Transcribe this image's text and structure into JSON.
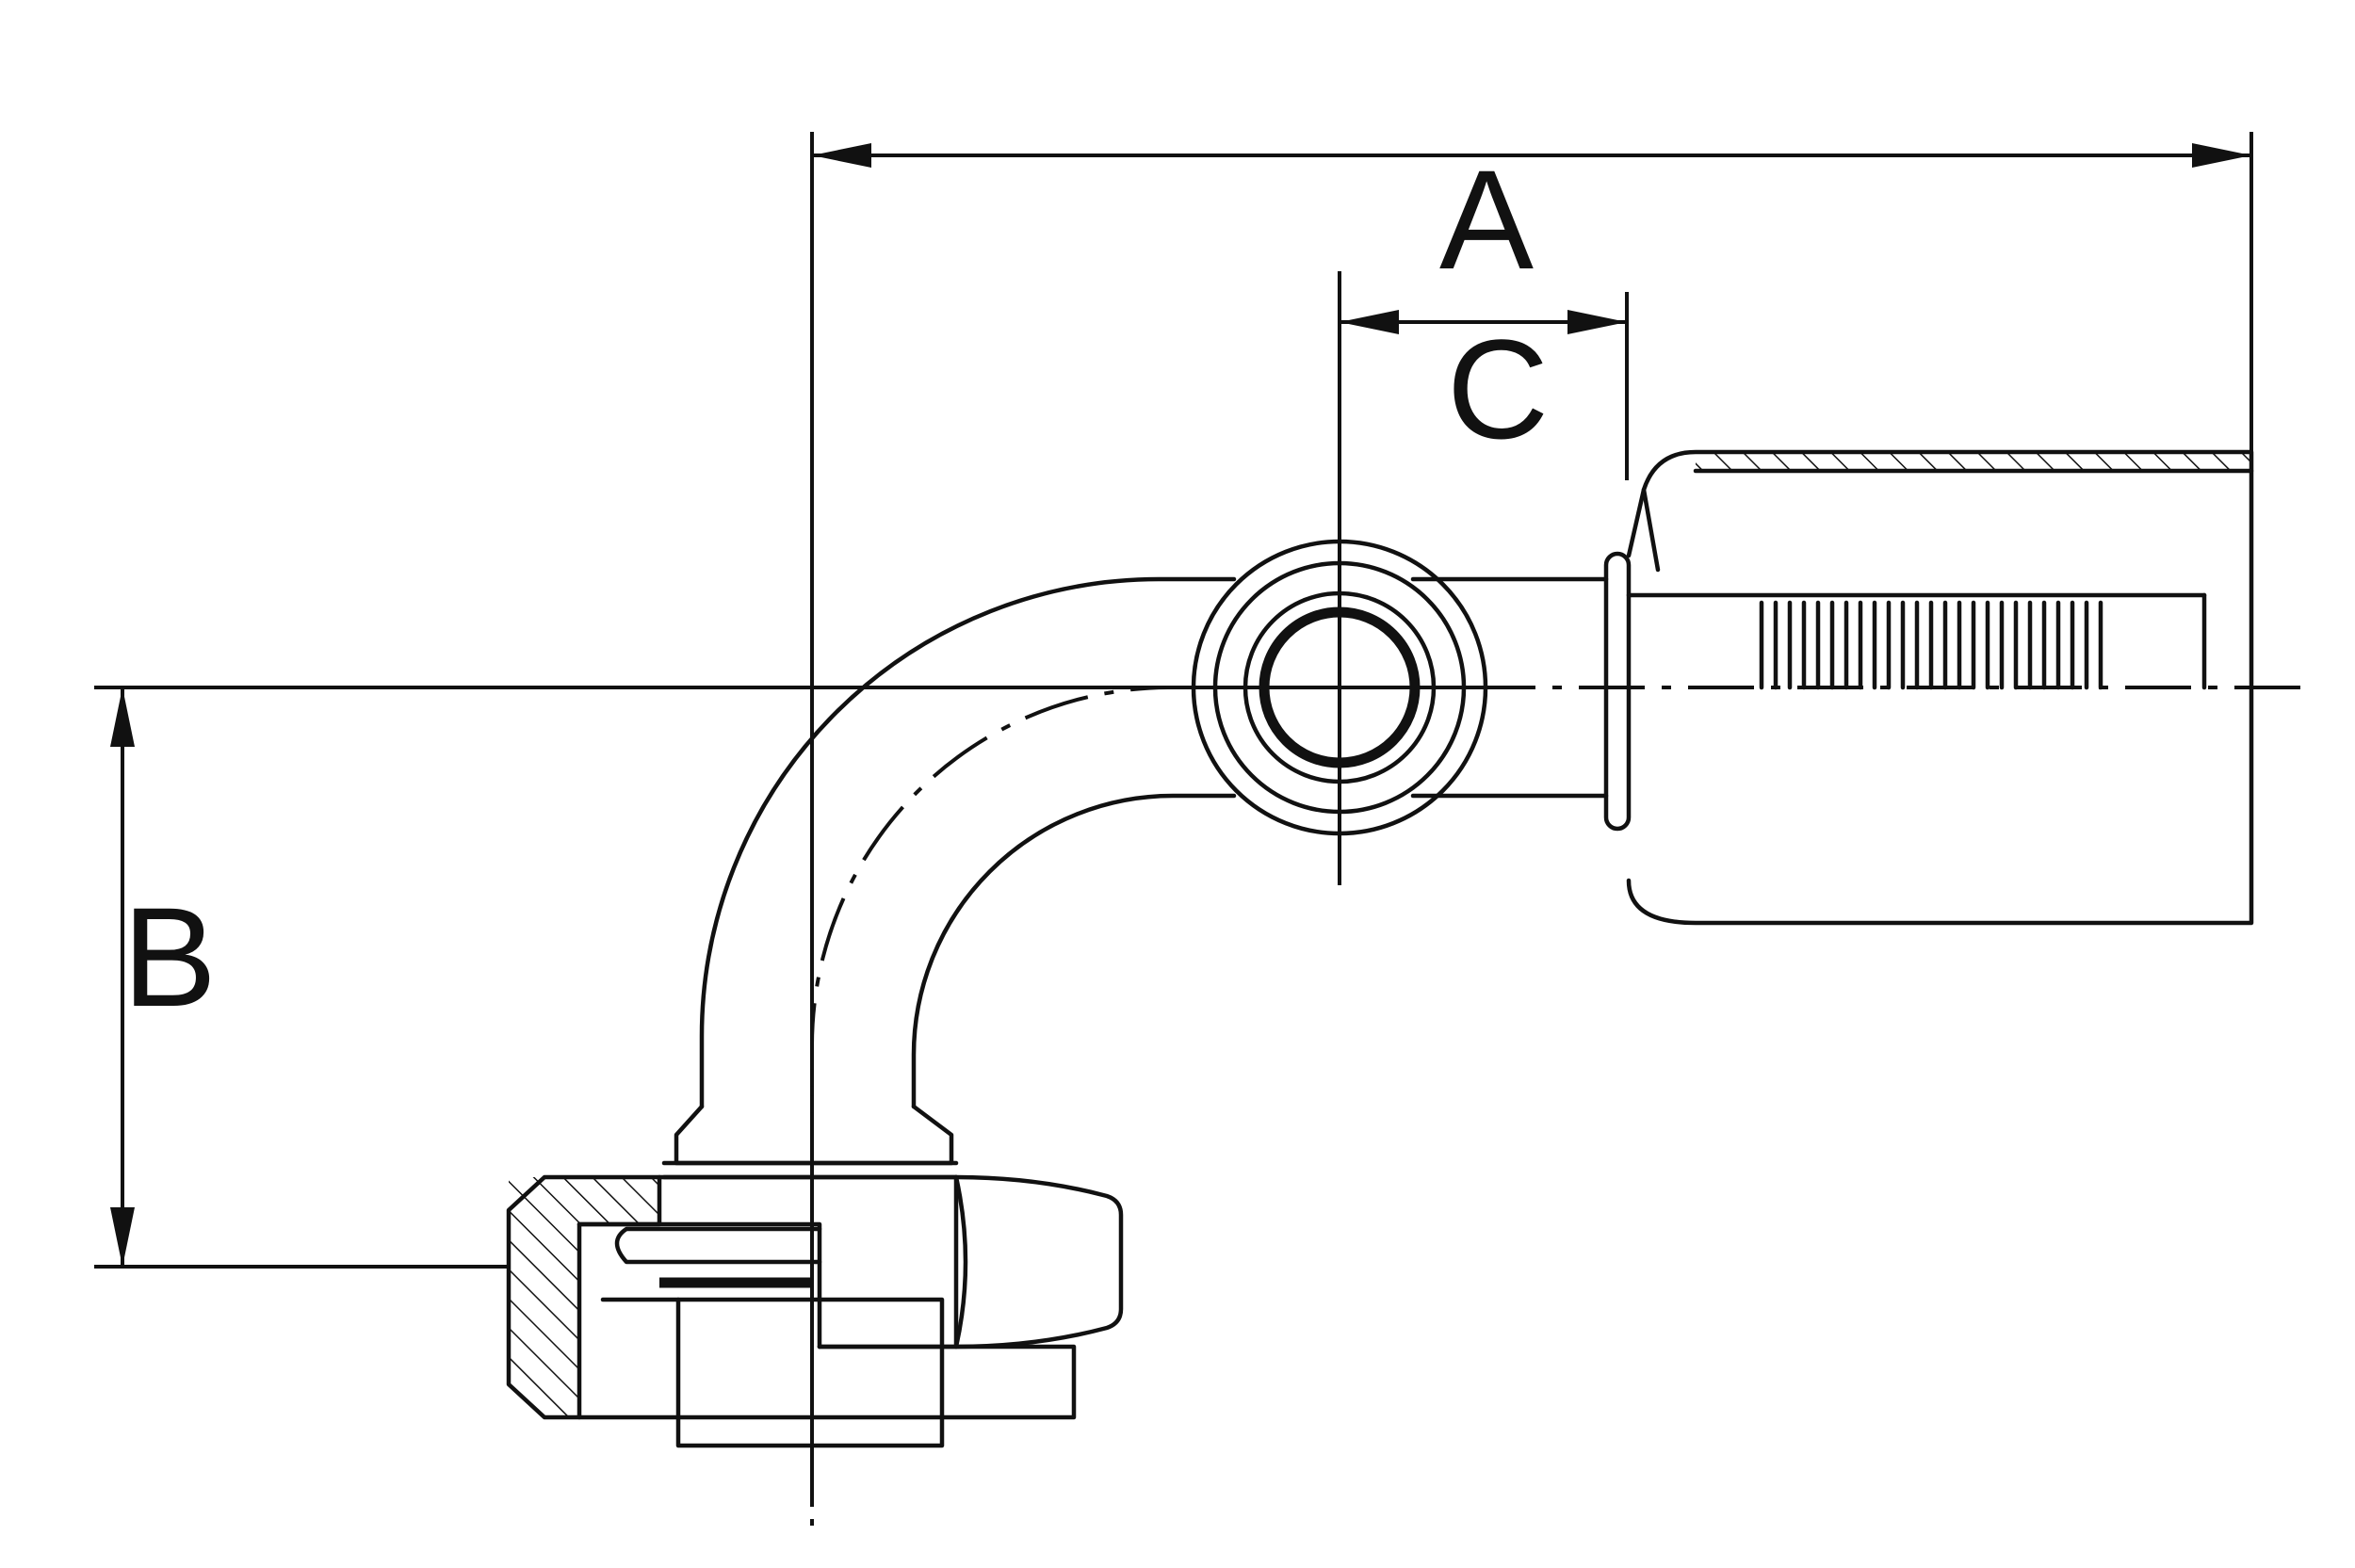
{
  "dimensions": {
    "a": "A",
    "b": "B",
    "c": "C"
  }
}
